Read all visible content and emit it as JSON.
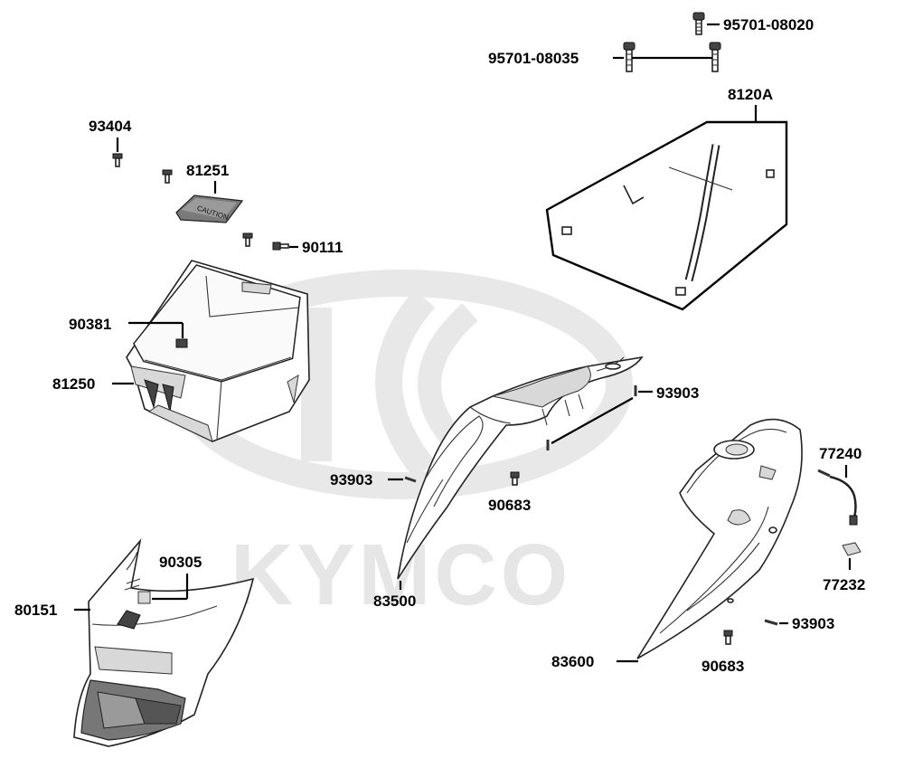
{
  "watermark": {
    "text": "KYMCO",
    "color": "#e6e6e6"
  },
  "labels": {
    "p95701_08020": "95701-08020",
    "p95701_08035": "95701-08035",
    "p8120A": "8120A",
    "p93404": "93404",
    "p81251": "81251",
    "p90111": "90111",
    "p90381": "90381",
    "p81250": "81250",
    "p93903_a": "93903",
    "p93903_b": "93903",
    "p93903_c": "93903",
    "p90683_a": "90683",
    "p90683_b": "90683",
    "p77240": "77240",
    "p77232": "77232",
    "p90305": "90305",
    "p80151": "80151",
    "p83500": "83500",
    "p83600": "83600"
  },
  "small_panel_print": "CAUTION"
}
